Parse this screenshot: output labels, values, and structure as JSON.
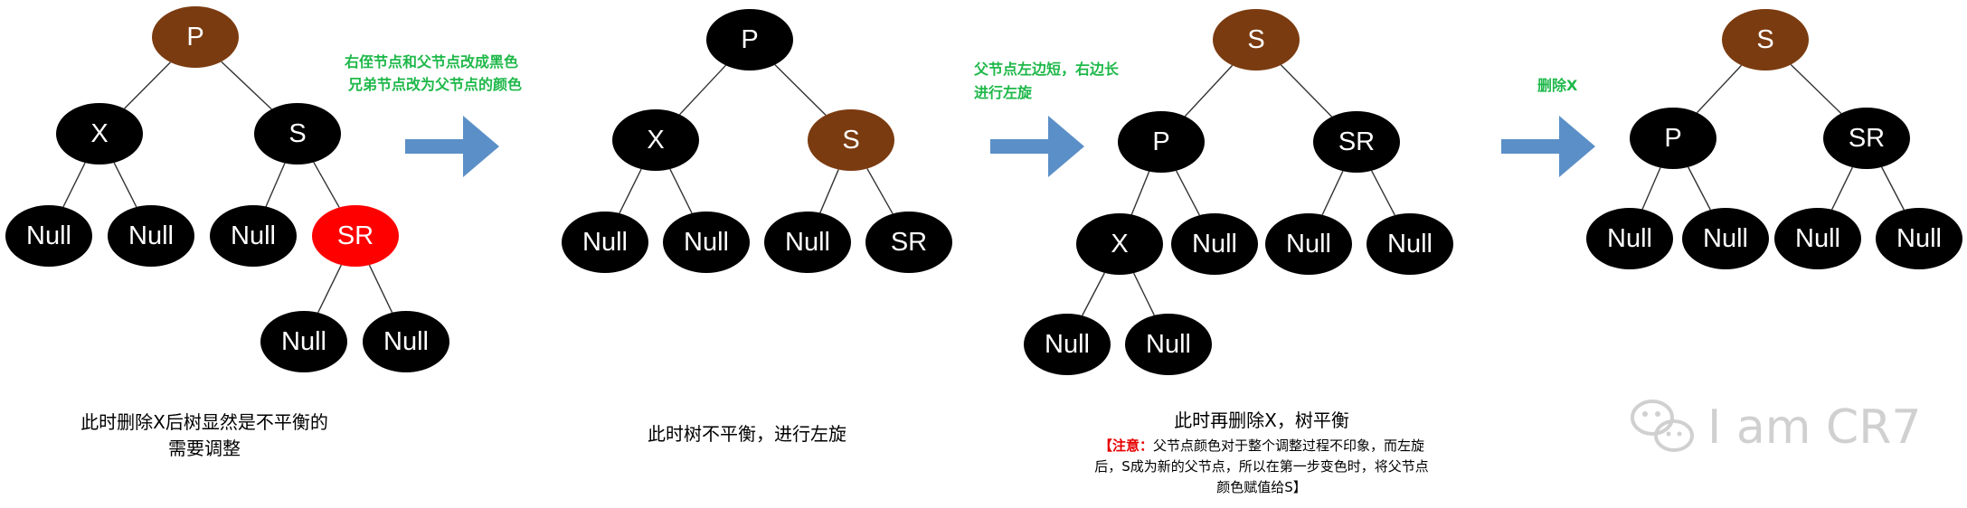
{
  "colors": {
    "black_node": "#000000",
    "brown_node": "#7b3b10",
    "red_node": "#ff0000",
    "arrow": "#5b8fc7",
    "annotation_green": "#1fb84a",
    "highlight_red": "#e60000",
    "watermark": "#d0d0d0"
  },
  "steps": [
    {
      "nodes": [
        {
          "id": "P",
          "label": "P",
          "color": "brown"
        },
        {
          "id": "X",
          "label": "X",
          "color": "black"
        },
        {
          "id": "S",
          "label": "S",
          "color": "black"
        },
        {
          "id": "XL",
          "label": "Null",
          "color": "black"
        },
        {
          "id": "XR",
          "label": "Null",
          "color": "black"
        },
        {
          "id": "SL",
          "label": "Null",
          "color": "black"
        },
        {
          "id": "SR",
          "label": "SR",
          "color": "red"
        },
        {
          "id": "SRL",
          "label": "Null",
          "color": "black"
        },
        {
          "id": "SRR",
          "label": "Null",
          "color": "black"
        }
      ],
      "edges": [
        [
          "P",
          "X"
        ],
        [
          "P",
          "S"
        ],
        [
          "X",
          "XL"
        ],
        [
          "X",
          "XR"
        ],
        [
          "S",
          "SL"
        ],
        [
          "S",
          "SR"
        ],
        [
          "SR",
          "SRL"
        ],
        [
          "SR",
          "SRR"
        ]
      ],
      "caption": [
        "此时删除X后树显然是不平衡的",
        "需要调整"
      ]
    },
    {
      "nodes": [
        {
          "id": "P",
          "label": "P",
          "color": "black"
        },
        {
          "id": "X",
          "label": "X",
          "color": "black"
        },
        {
          "id": "S",
          "label": "S",
          "color": "brown"
        },
        {
          "id": "XL",
          "label": "Null",
          "color": "black"
        },
        {
          "id": "XR",
          "label": "Null",
          "color": "black"
        },
        {
          "id": "SL",
          "label": "Null",
          "color": "black"
        },
        {
          "id": "SR",
          "label": "SR",
          "color": "black"
        }
      ],
      "edges": [
        [
          "P",
          "X"
        ],
        [
          "P",
          "S"
        ],
        [
          "X",
          "XL"
        ],
        [
          "X",
          "XR"
        ],
        [
          "S",
          "SL"
        ],
        [
          "S",
          "SR"
        ]
      ],
      "caption": [
        "此时树不平衡，进行左旋"
      ]
    },
    {
      "nodes": [
        {
          "id": "S",
          "label": "S",
          "color": "brown"
        },
        {
          "id": "P",
          "label": "P",
          "color": "black"
        },
        {
          "id": "SR",
          "label": "SR",
          "color": "black"
        },
        {
          "id": "X",
          "label": "X",
          "color": "black"
        },
        {
          "id": "PR",
          "label": "Null",
          "color": "black"
        },
        {
          "id": "SRL",
          "label": "Null",
          "color": "black"
        },
        {
          "id": "SRR",
          "label": "Null",
          "color": "black"
        },
        {
          "id": "XL",
          "label": "Null",
          "color": "black"
        },
        {
          "id": "XR",
          "label": "Null",
          "color": "black"
        }
      ],
      "edges": [
        [
          "S",
          "P"
        ],
        [
          "S",
          "SR"
        ],
        [
          "P",
          "X"
        ],
        [
          "P",
          "PR"
        ],
        [
          "SR",
          "SRL"
        ],
        [
          "SR",
          "SRR"
        ],
        [
          "X",
          "XL"
        ],
        [
          "X",
          "XR"
        ]
      ],
      "caption": [
        "此时再删除X，树平衡"
      ],
      "note": {
        "open": "【",
        "label": "注意：",
        "lines": [
          "父节点颜色对于整个调整过程不印象，而左旋",
          "后，S成为新的父节点，所以在第一步变色时，将父节点",
          "颜色赋值给S】"
        ]
      }
    },
    {
      "nodes": [
        {
          "id": "S",
          "label": "S",
          "color": "brown"
        },
        {
          "id": "P",
          "label": "P",
          "color": "black"
        },
        {
          "id": "SR",
          "label": "SR",
          "color": "black"
        },
        {
          "id": "PL",
          "label": "Null",
          "color": "black"
        },
        {
          "id": "PR",
          "label": "Null",
          "color": "black"
        },
        {
          "id": "SRL",
          "label": "Null",
          "color": "black"
        },
        {
          "id": "SRR",
          "label": "Null",
          "color": "black"
        }
      ],
      "edges": [
        [
          "S",
          "P"
        ],
        [
          "S",
          "SR"
        ],
        [
          "P",
          "PL"
        ],
        [
          "P",
          "PR"
        ],
        [
          "SR",
          "SRL"
        ],
        [
          "SR",
          "SRR"
        ]
      ],
      "caption": []
    }
  ],
  "transitions": [
    {
      "lines": [
        "右侄节点和父节点改成黑色",
        "兄弟节点改为父节点的颜色"
      ]
    },
    {
      "lines": [
        "父节点左边短，右边长",
        "进行左旋"
      ]
    },
    {
      "lines": [
        "删除X"
      ]
    }
  ],
  "watermark": {
    "text": "I am CR7",
    "icon": "wechat-icon"
  }
}
